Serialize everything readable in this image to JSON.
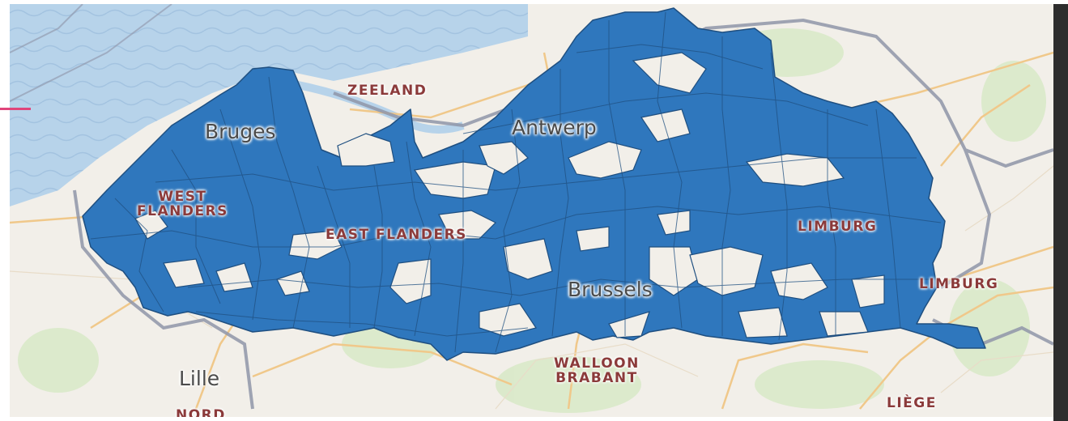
{
  "map": {
    "colors": {
      "land": "#f2efe9",
      "sea": "#b7d3ea",
      "highlight_fill": "#2f77bd",
      "highlight_border": "#1f4f80",
      "road": "#f0c88a",
      "border": "#8f95a8",
      "green": "#d6e8c4",
      "region_label": "#8b3a3a",
      "city_label": "#4a4a4a"
    },
    "labels": {
      "zeeland": "ZEELAND",
      "bruges": "Bruges",
      "antwerp": "Antwerp",
      "west_flanders_1": "WEST",
      "west_flanders_2": "FLANDERS",
      "east_flanders": "EAST FLANDERS",
      "limburg_be": "LIMBURG",
      "limburg_nl": "LIMBURG",
      "brussels": "Brussels",
      "walloon_1": "WALLOON",
      "walloon_2": "BRABANT",
      "lille": "Lille",
      "liege": "LIÈGE",
      "nord": "NORD"
    }
  }
}
